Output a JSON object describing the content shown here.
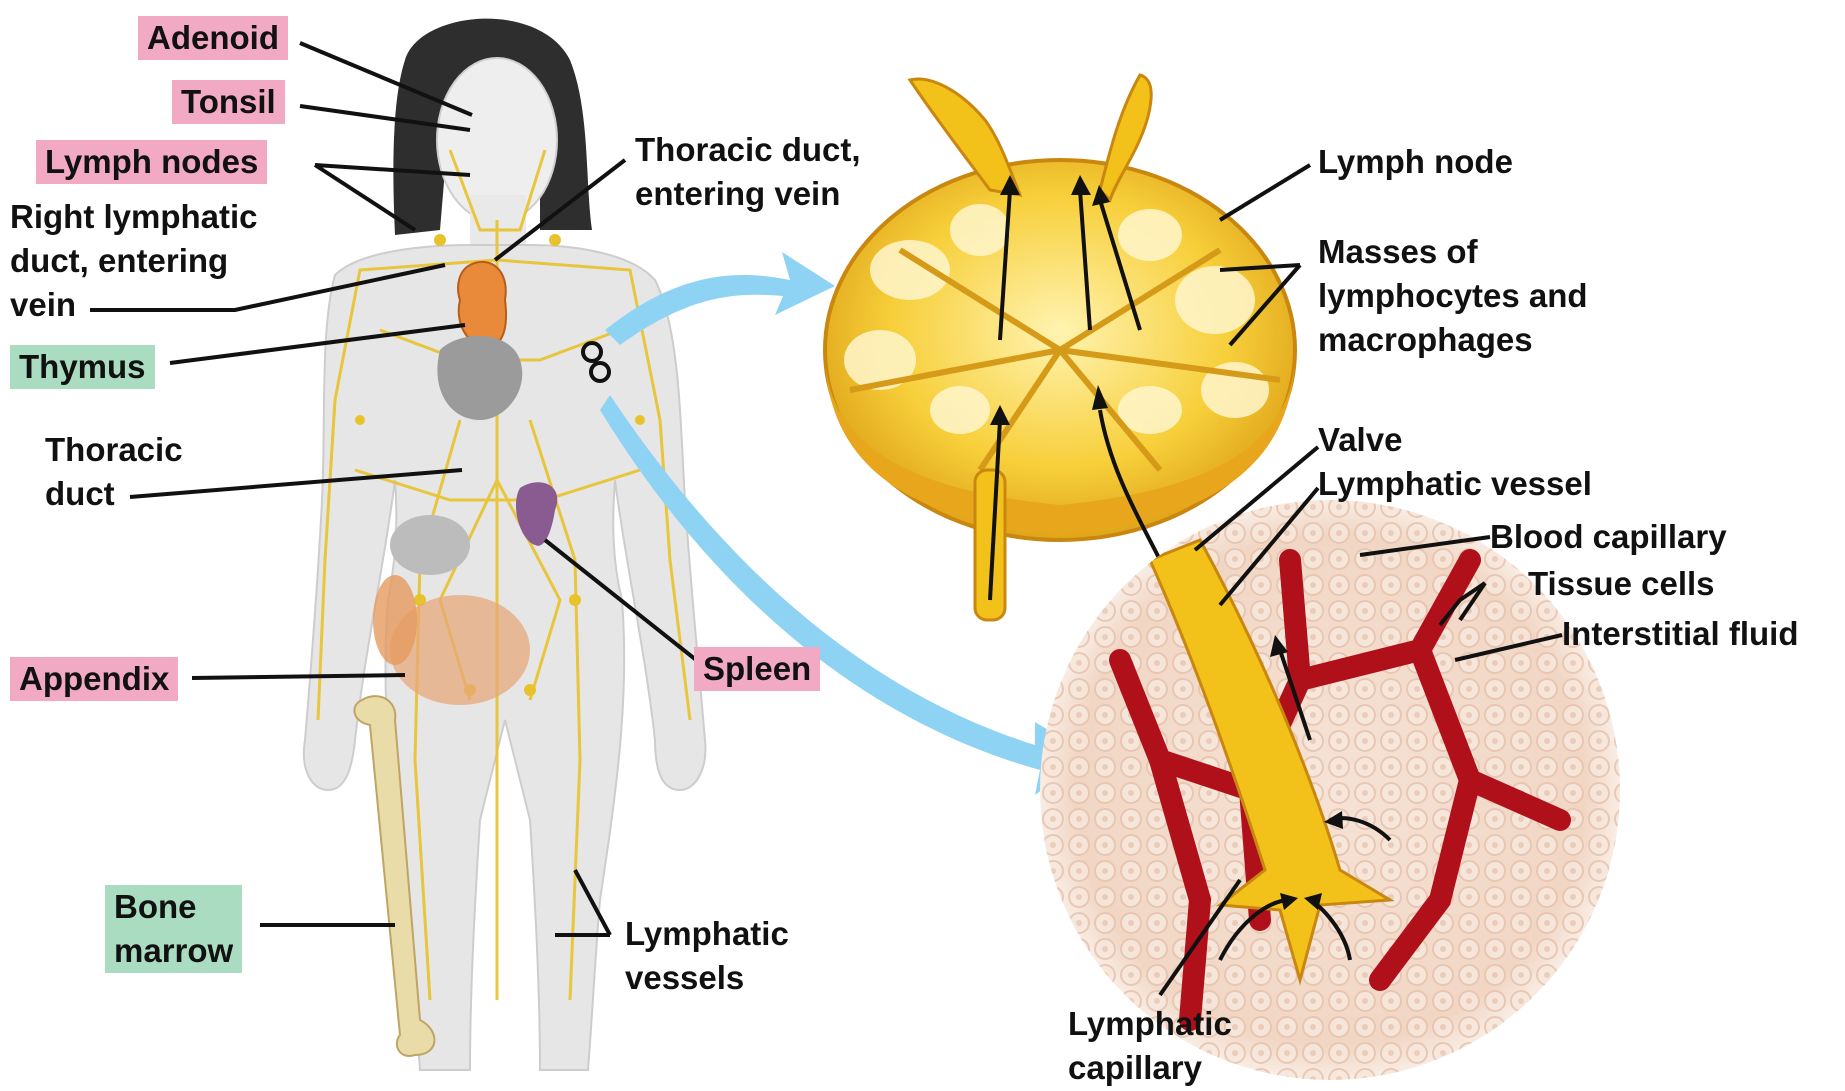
{
  "colors": {
    "organ_label_bg": "#f2a9c4",
    "tissue_label_bg": "#a9dcc0",
    "lymph_yellow": "#f2c21a",
    "blood_red": "#b0101a",
    "arrow_blue": "#8fd3f4",
    "skin": "#e6e6e6"
  },
  "labels": {
    "adenoid": "Adenoid",
    "tonsil": "Tonsil",
    "lymph_nodes": "Lymph nodes",
    "right_duct": "Right lymphatic\nduct, entering\nvein",
    "thymus": "Thymus",
    "thoracic_duct": "Thoracic\nduct",
    "appendix": "Appendix",
    "bone_marrow": "Bone\nmarrow",
    "thoracic_entering": "Thoracic duct,\nentering vein",
    "spleen": "Spleen",
    "lymphatic_vessels": "Lymphatic\nvessels",
    "lymph_node": "Lymph node",
    "masses": "Masses of\nlymphocytes and\nmacrophages",
    "valve": "Valve",
    "lymphatic_vessel": "Lymphatic vessel",
    "blood_capillary": "Blood capillary",
    "tissue_cells": "Tissue cells",
    "interstitial_fluid": "Interstitial fluid",
    "lymphatic_capillary": "Lymphatic\ncapillary"
  }
}
